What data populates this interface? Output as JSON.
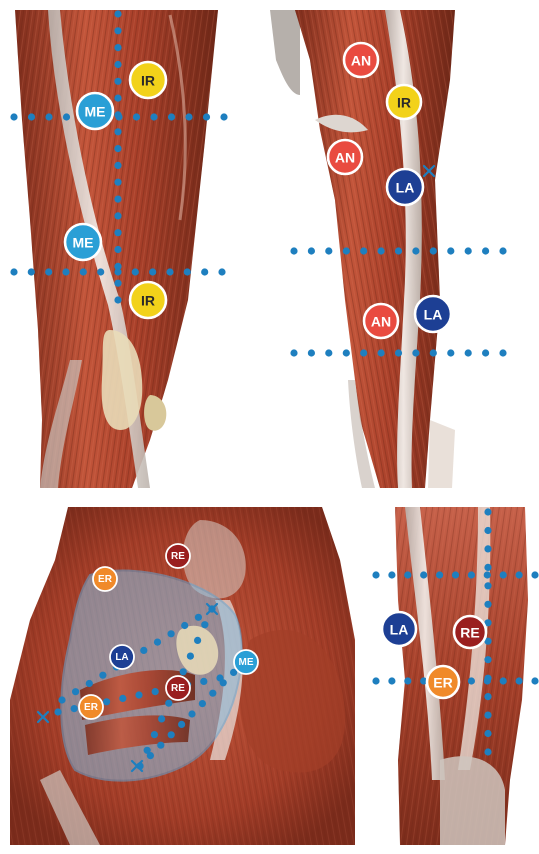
{
  "colors": {
    "IR": "#f2d21a",
    "ME": "#2a9fd6",
    "AN": "#e94b40",
    "LA": "#1d3f94",
    "RE": "#9a1f1f",
    "ER": "#f08a2a",
    "dot_line": "#1e7fbf",
    "muscle": "#b4472c",
    "muscle_dark": "#7e2d1c",
    "tendon": "#e8e2dc",
    "bone": "#e9dcb8",
    "fascia": "#84bfe3",
    "background": "#ffffff"
  },
  "panels": [
    {
      "id": "thigh-front",
      "markers": [
        {
          "label": "IR",
          "color": "IR"
        },
        {
          "label": "ME",
          "color": "ME"
        },
        {
          "label": "ME",
          "color": "ME"
        },
        {
          "label": "IR",
          "color": "IR"
        }
      ]
    },
    {
      "id": "thigh-lateral",
      "markers": [
        {
          "label": "AN",
          "color": "AN"
        },
        {
          "label": "IR",
          "color": "IR"
        },
        {
          "label": "AN",
          "color": "AN"
        },
        {
          "label": "LA",
          "color": "LA"
        },
        {
          "label": "AN",
          "color": "AN"
        },
        {
          "label": "LA",
          "color": "LA"
        }
      ],
      "cross_marks": 1
    },
    {
      "id": "gluteal",
      "markers": [
        {
          "label": "RE",
          "color": "RE"
        },
        {
          "label": "ER",
          "color": "ER"
        },
        {
          "label": "LA",
          "color": "LA"
        },
        {
          "label": "ME",
          "color": "ME"
        },
        {
          "label": "RE",
          "color": "RE"
        },
        {
          "label": "ER",
          "color": "ER"
        }
      ],
      "cross_marks": 3
    },
    {
      "id": "thigh-posterior",
      "markers": [
        {
          "label": "LA",
          "color": "LA"
        },
        {
          "label": "RE",
          "color": "RE"
        },
        {
          "label": "ER",
          "color": "ER"
        }
      ]
    }
  ]
}
